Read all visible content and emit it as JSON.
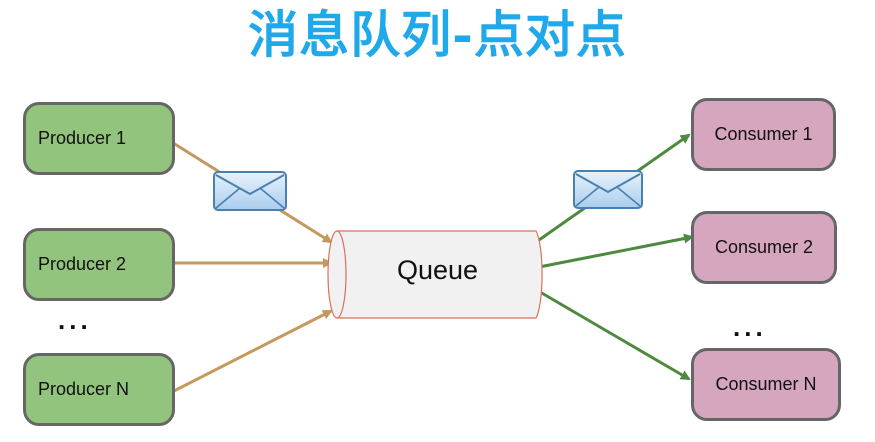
{
  "title": "消息队列-点对点",
  "producers": [
    {
      "label": "Producer 1"
    },
    {
      "label": "Producer 2"
    },
    {
      "label": "Producer N"
    }
  ],
  "producer_ellipsis": "...",
  "queue": {
    "label": "Queue"
  },
  "consumers": [
    {
      "label": "Consumer 1"
    },
    {
      "label": "Consumer 2"
    },
    {
      "label": "Consumer N"
    }
  ],
  "consumer_ellipsis": "...",
  "icons": {
    "message": "envelope-icon"
  },
  "colors": {
    "title": "#1fa9ea",
    "producer_fill": "#92c47d",
    "consumer_fill": "#d5a6bd",
    "node_border": "#666666",
    "producer_arrow": "#c49a5c",
    "consumer_arrow": "#4d8a3f",
    "queue_border": "#d9725a",
    "queue_fill": "#f1f1f1"
  }
}
